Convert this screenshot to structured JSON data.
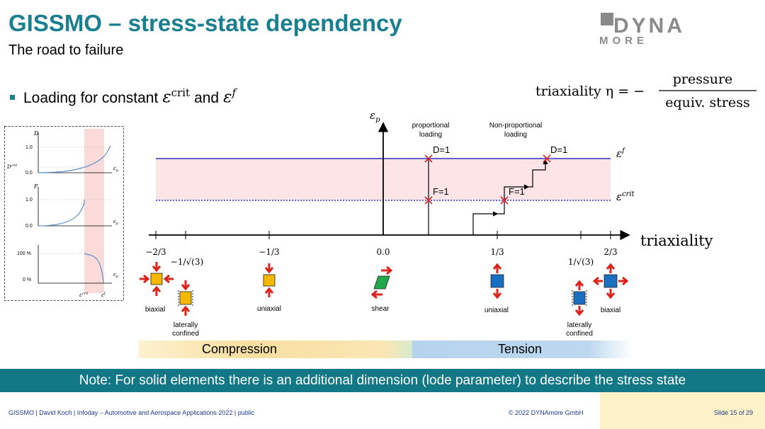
{
  "header": {
    "title": "GISSMO – stress-state dependency",
    "subtitle": "The road to failure",
    "logo_top": "DYNA",
    "logo_bottom": "MORE"
  },
  "bullet": {
    "text_pre": "Loading for constant",
    "and": "and",
    "eps": "ε",
    "crit": "crit",
    "f": "f"
  },
  "formula": {
    "lhs": "triaxiality η = −",
    "numerator": "pressure",
    "denominator": "equiv. stress"
  },
  "inset": {
    "panel1": {
      "ylabel": "D",
      "yticks": [
        "1.0",
        "0.0"
      ],
      "dcrit": "D",
      "dcrit_sup": "crit",
      "xlabel": "ε",
      "xsub": "p"
    },
    "panel2": {
      "ylabel": "F",
      "yticks": [
        "1.0",
        "0.0"
      ],
      "xlabel": "ε",
      "xsub": "p"
    },
    "panel3": {
      "yticks": [
        "100 %",
        "0 %"
      ],
      "xlabel": "ε",
      "xsub": "p",
      "xtick1": "ε",
      "xtick1_sup": "crit",
      "xtick2": "ε",
      "xtick2_sup": "f"
    }
  },
  "main_diagram": {
    "y_axis": "ε",
    "y_axis_sub": "p",
    "x_axis": "triaxiality",
    "eps_f": "ε",
    "eps_f_sup": "f",
    "eps_crit": "ε",
    "eps_crit_sup": "crit",
    "ticks": [
      "−2/3",
      "−1/√(3)",
      "−1/3",
      "0.0",
      "1/3",
      "1/√(3)",
      "2/3"
    ],
    "proportional": [
      "proportional",
      "loading"
    ],
    "nonproportional": [
      "Non-proportional",
      "loading"
    ],
    "d1_a": "D=1",
    "f1_a": "F=1",
    "d1_b": "D=1",
    "f1_b": "F=1"
  },
  "stress_states": {
    "biaxial_comp": "biaxial",
    "laterally_comp": [
      "laterally",
      "confined"
    ],
    "uniaxial_comp": "uniaxial",
    "shear": "shear",
    "uniaxial_tens": "uniaxial",
    "laterally_tens": [
      "laterally",
      "confined"
    ],
    "biaxial_tens": "biaxial"
  },
  "zones": {
    "compression": "Compression",
    "tension": "Tension"
  },
  "note": "Note: For solid elements there is an additional dimension (lode parameter) to describe the stress state",
  "footer": {
    "left": "GISSMO | David Koch | Infoday – Automotive and Aerospace Applications 2022 | public",
    "center": "© 2022 DYNAmore GmbH",
    "slide": "Slide 15 of 29"
  },
  "colors": {
    "title": "#1a7f8e",
    "note_bar": "#127885",
    "eps_f_line": "#2f2fb8",
    "eps_crit_line": "#2f2fd0",
    "band": "#fde4e6",
    "arrow_red": "#d9241c",
    "orange_square": "#f5b800",
    "blue_square": "#1b6fc1",
    "green_shear": "#21a84a",
    "marker": "#e0262a",
    "curve": "#5b8fc8"
  }
}
